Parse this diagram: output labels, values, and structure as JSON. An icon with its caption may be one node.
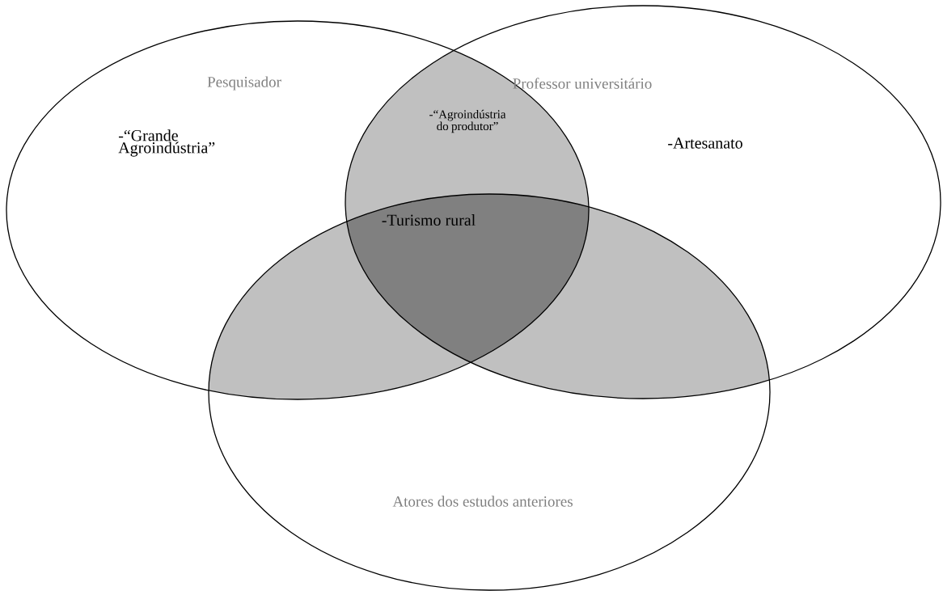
{
  "diagram": {
    "nodes": [
      {
        "text": [
          "Pesquisador",
          "-“Grande Agroindústria”"
        ]
      },
      {
        "text": [
          "Professor universitário",
          "-Artesanato"
        ]
      },
      {
        "text": [
          "Atores dos estudos anteriores"
        ]
      }
    ],
    "labels": [
      "-“Agroindústria do produtor”",
      "-Turismo rural"
    ]
  }
}
